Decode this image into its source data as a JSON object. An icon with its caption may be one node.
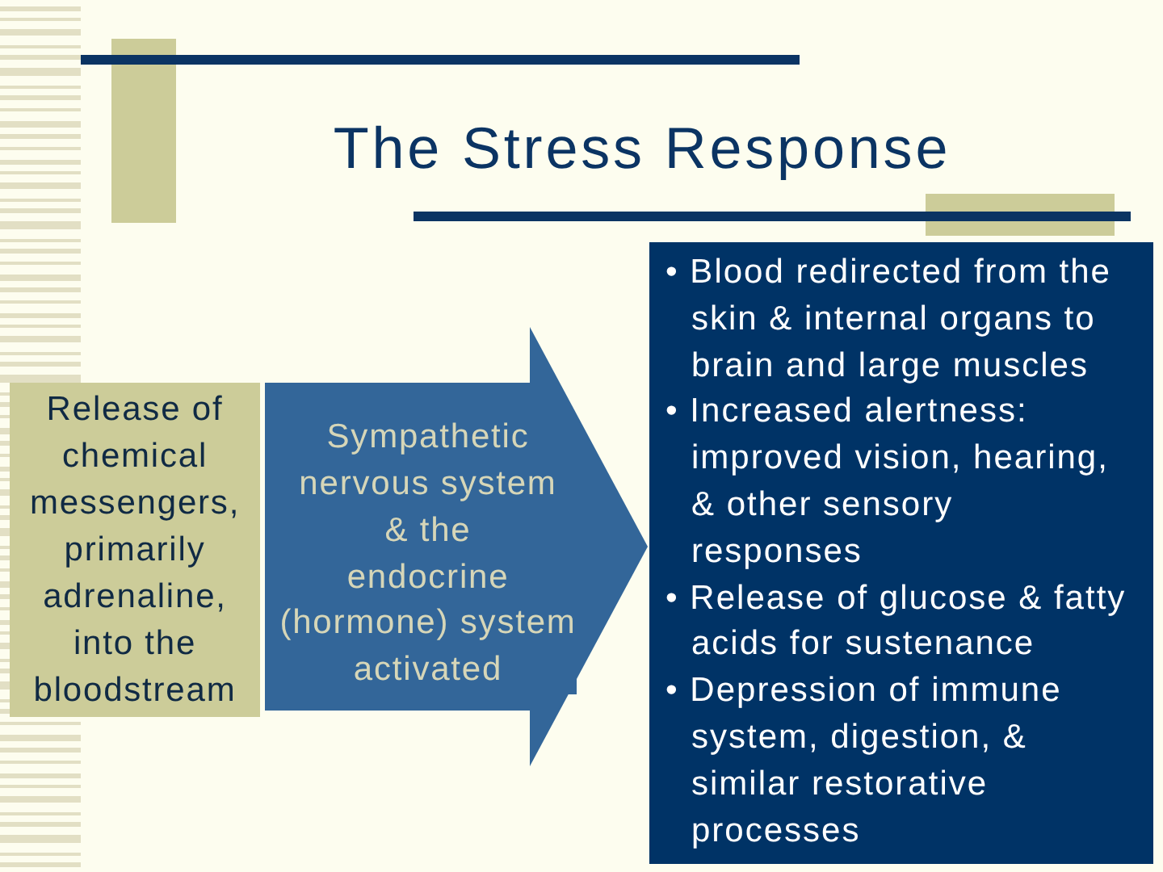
{
  "diagram": {
    "title": "The Stress Response",
    "nodes": [
      {
        "text": [
          "Release of chemical messengers, primarily adrenaline, into the bloodstream"
        ]
      },
      {
        "text": [
          "• Blood redirected from the skin & internal organs to brain and large muscles",
          "• Increased alertness: improved vision, hearing, & other sensory responses",
          "• Release of glucose & fatty acids for sustenance",
          "• Depression of immune system, digestion, & similar restorative processes"
        ]
      }
    ],
    "edges": [
      {
        "from": 0,
        "to": 1,
        "arrow": "to",
        "label": "Sympathetic nervous system & the endocrine (hormone) system activated"
      }
    ]
  }
}
